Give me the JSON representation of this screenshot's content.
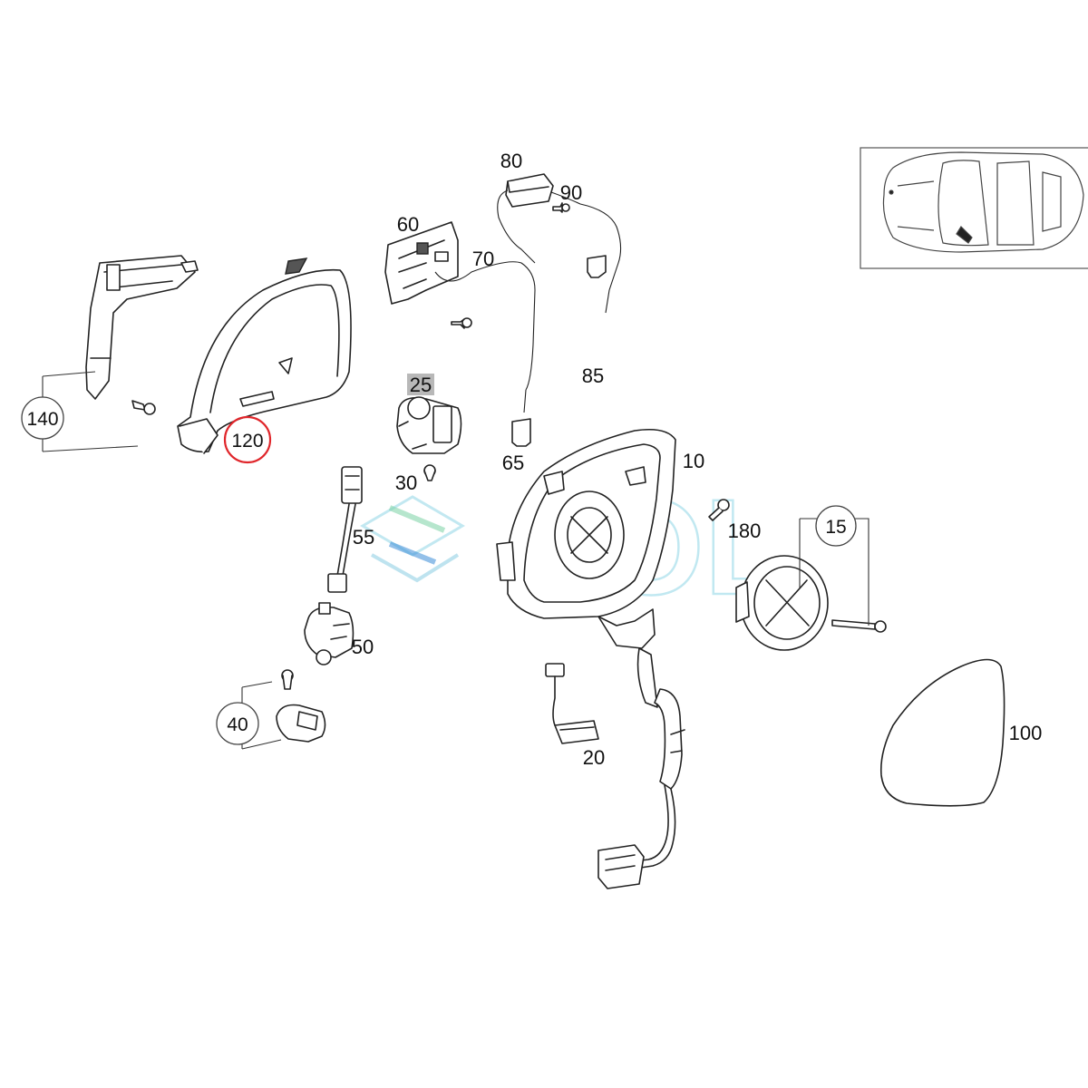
{
  "diagram": {
    "callouts": {
      "c10": "10",
      "c15": "15",
      "c20": "20",
      "c25": "25",
      "c30": "30",
      "c40": "40",
      "c50": "50",
      "c55": "55",
      "c60": "60",
      "c65": "65",
      "c70": "70",
      "c80": "80",
      "c85": "85",
      "c90": "90",
      "c100": "100",
      "c120": "120",
      "c140": "140",
      "c180": "180"
    },
    "highlighted_part": "120",
    "highlight_color": "#e0262b",
    "watermark": "SOL",
    "watermark_color": "#8fd6e6",
    "inset": "vehicle-top-view"
  }
}
